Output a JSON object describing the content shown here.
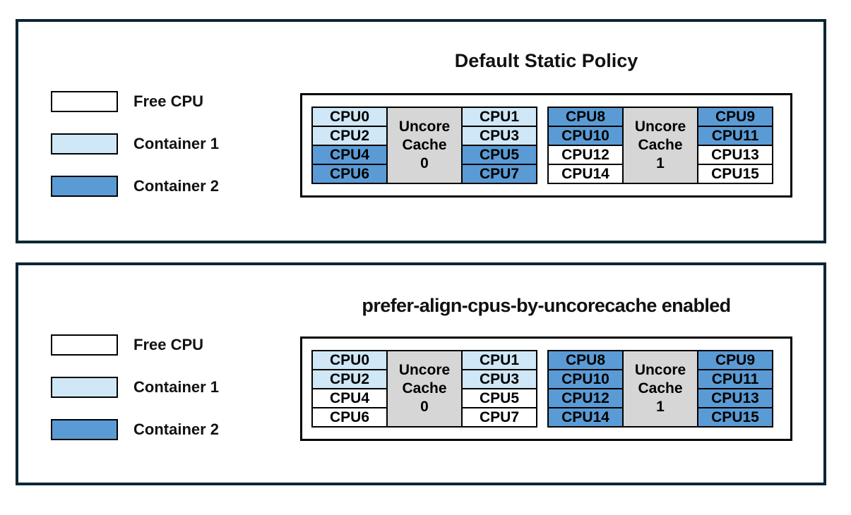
{
  "colors": {
    "free": "#ffffff",
    "container1": "#cfe7f6",
    "container2": "#5b9bd5",
    "cache_fill": "#d6d6d6",
    "panel_border": "#0c2634",
    "cell_border": "#000000"
  },
  "legend_items": [
    {
      "label": "Free CPU",
      "state": "free"
    },
    {
      "label": "Container 1",
      "state": "container1"
    },
    {
      "label": "Container 2",
      "state": "container2"
    }
  ],
  "panels": [
    {
      "title": "Default Static Policy",
      "groups": [
        {
          "cache_lines": [
            "Uncore",
            "Cache",
            "0"
          ],
          "left_cpus": [
            {
              "label": "CPU0",
              "state": "container1"
            },
            {
              "label": "CPU2",
              "state": "container1"
            },
            {
              "label": "CPU4",
              "state": "container2"
            },
            {
              "label": "CPU6",
              "state": "container2"
            }
          ],
          "right_cpus": [
            {
              "label": "CPU1",
              "state": "container1"
            },
            {
              "label": "CPU3",
              "state": "container1"
            },
            {
              "label": "CPU5",
              "state": "container2"
            },
            {
              "label": "CPU7",
              "state": "container2"
            }
          ]
        },
        {
          "cache_lines": [
            "Uncore",
            "Cache",
            "1"
          ],
          "left_cpus": [
            {
              "label": "CPU8",
              "state": "container2"
            },
            {
              "label": "CPU10",
              "state": "container2"
            },
            {
              "label": "CPU12",
              "state": "free"
            },
            {
              "label": "CPU14",
              "state": "free"
            }
          ],
          "right_cpus": [
            {
              "label": "CPU9",
              "state": "container2"
            },
            {
              "label": "CPU11",
              "state": "container2"
            },
            {
              "label": "CPU13",
              "state": "free"
            },
            {
              "label": "CPU15",
              "state": "free"
            }
          ]
        }
      ]
    },
    {
      "title": "prefer-align-cpus-by-uncorecache enabled",
      "groups": [
        {
          "cache_lines": [
            "Uncore",
            "Cache",
            "0"
          ],
          "left_cpus": [
            {
              "label": "CPU0",
              "state": "container1"
            },
            {
              "label": "CPU2",
              "state": "container1"
            },
            {
              "label": "CPU4",
              "state": "free"
            },
            {
              "label": "CPU6",
              "state": "free"
            }
          ],
          "right_cpus": [
            {
              "label": "CPU1",
              "state": "container1"
            },
            {
              "label": "CPU3",
              "state": "container1"
            },
            {
              "label": "CPU5",
              "state": "free"
            },
            {
              "label": "CPU7",
              "state": "free"
            }
          ]
        },
        {
          "cache_lines": [
            "Uncore",
            "Cache",
            "1"
          ],
          "left_cpus": [
            {
              "label": "CPU8",
              "state": "container2"
            },
            {
              "label": "CPU10",
              "state": "container2"
            },
            {
              "label": "CPU12",
              "state": "container2"
            },
            {
              "label": "CPU14",
              "state": "container2"
            }
          ],
          "right_cpus": [
            {
              "label": "CPU9",
              "state": "container2"
            },
            {
              "label": "CPU11",
              "state": "container2"
            },
            {
              "label": "CPU13",
              "state": "container2"
            },
            {
              "label": "CPU15",
              "state": "container2"
            }
          ]
        }
      ]
    }
  ]
}
